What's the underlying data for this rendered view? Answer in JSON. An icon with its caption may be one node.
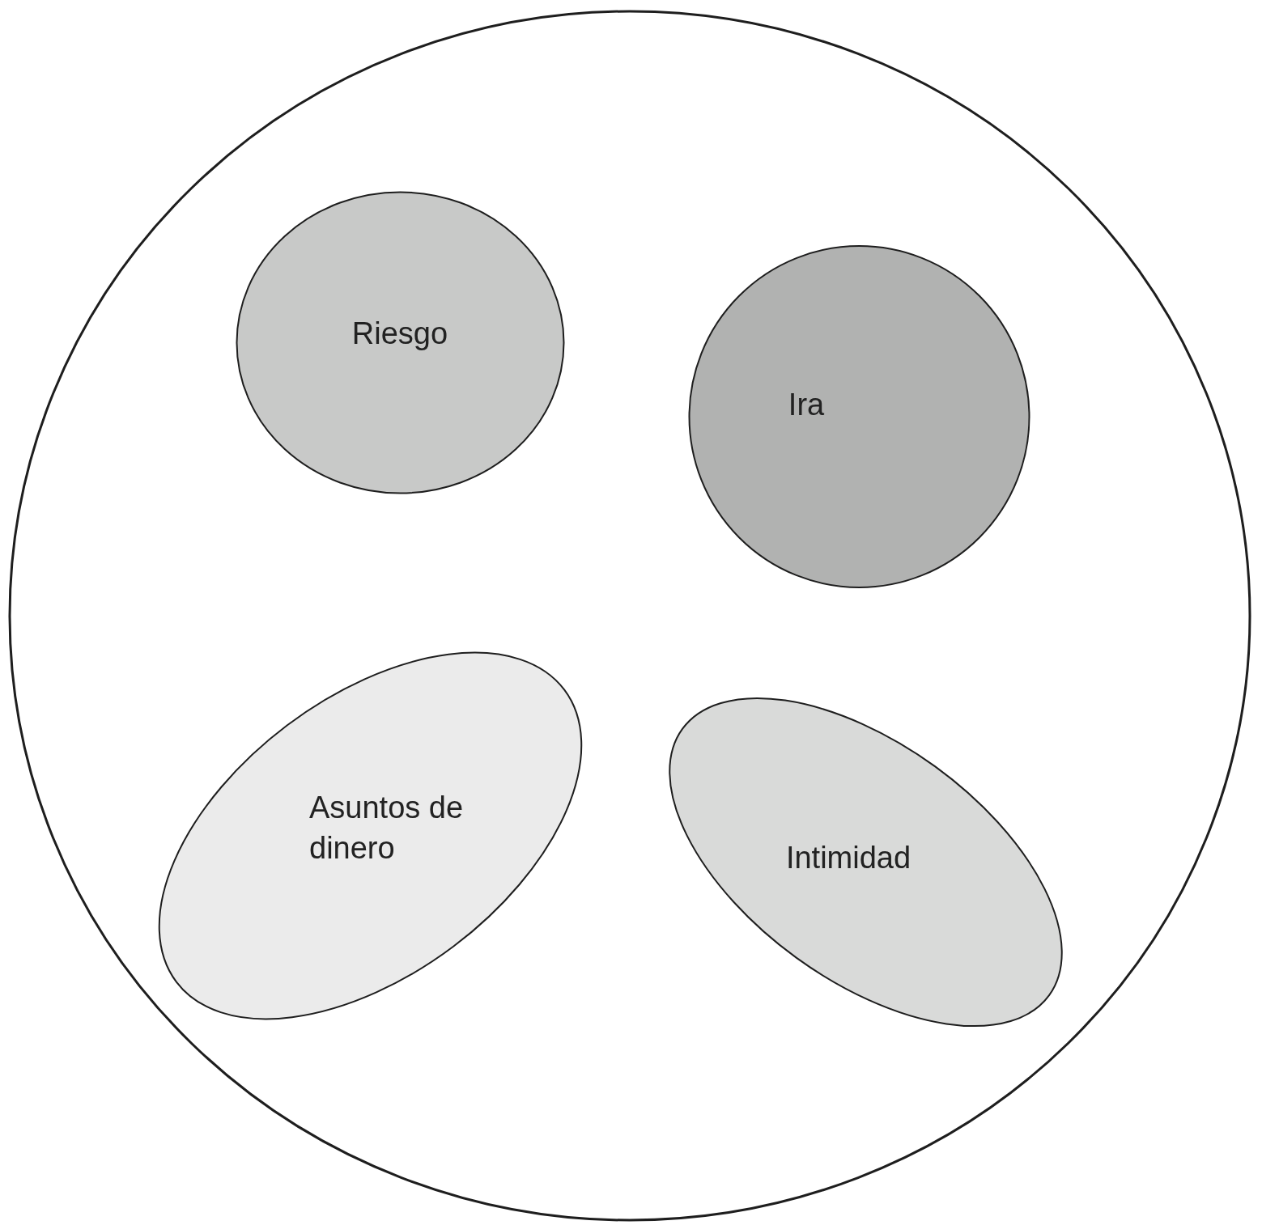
{
  "diagram": {
    "nodes": [
      {
        "text": [],
        "shape": "circle"
      },
      {
        "text": [
          "Riesgo"
        ],
        "in": 0
      },
      {
        "text": [
          "Ira"
        ],
        "in": 0
      },
      {
        "text": [
          "Asuntos de dinero"
        ],
        "in": 0
      },
      {
        "text": [
          "Intimidad"
        ],
        "in": 0
      }
    ]
  }
}
